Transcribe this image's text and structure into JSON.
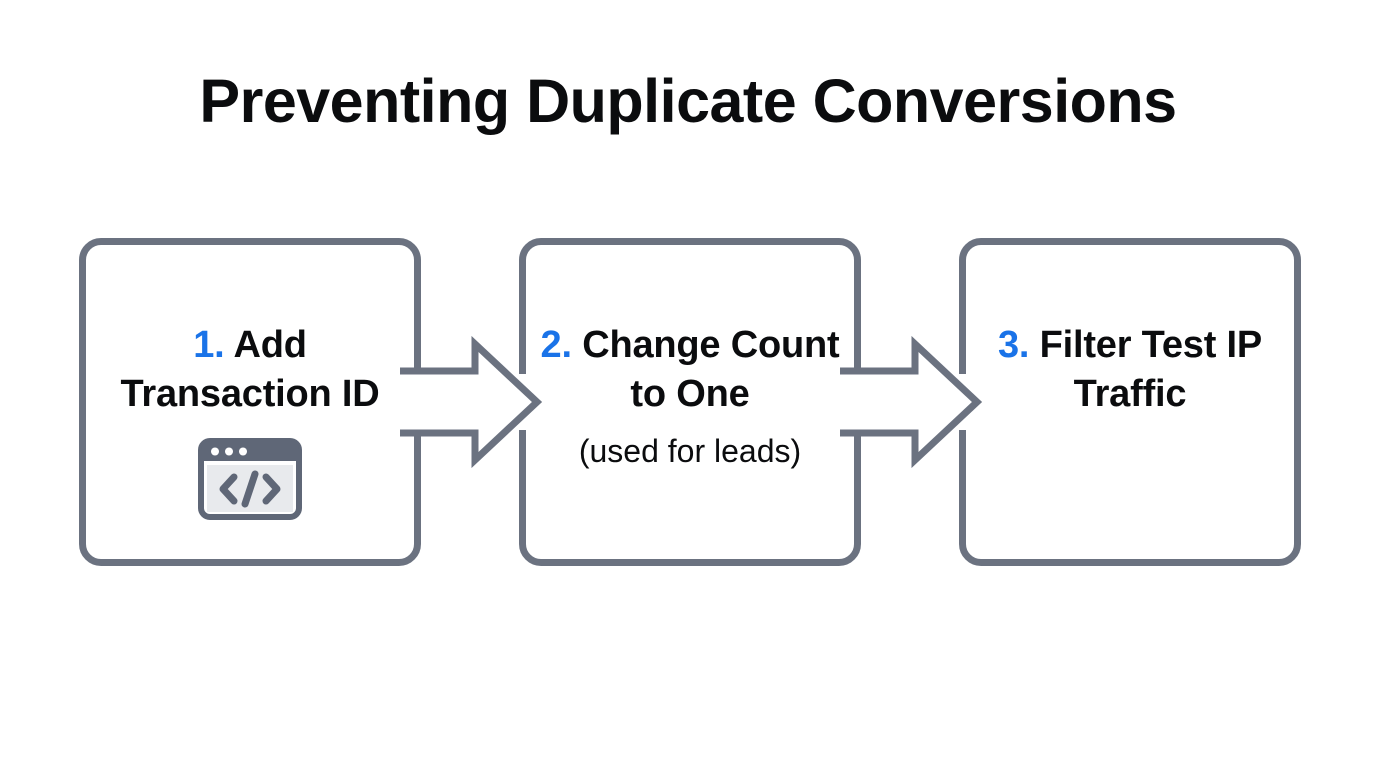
{
  "slide": {
    "title": "Preventing Duplicate Conversions",
    "background_color": "#ffffff"
  },
  "theme": {
    "accent_blue": "#1a73e8",
    "outline_gray": "#6b7280",
    "text_black": "#0b0c0e",
    "icon_screen_fill": "#e8eaed"
  },
  "flow": {
    "steps": [
      {
        "number": "1.",
        "heading": "Add Transaction ID",
        "subtitle": "",
        "icon": "code-window-icon"
      },
      {
        "number": "2.",
        "heading": "Change Count to One",
        "subtitle": "(used for leads)",
        "icon": ""
      },
      {
        "number": "3.",
        "heading": "Filter Test IP Traffic",
        "subtitle": "",
        "icon": ""
      }
    ],
    "connectors": [
      {
        "name": "arrow-right-1",
        "direction": "right"
      },
      {
        "name": "arrow-right-2",
        "direction": "right"
      }
    ]
  }
}
